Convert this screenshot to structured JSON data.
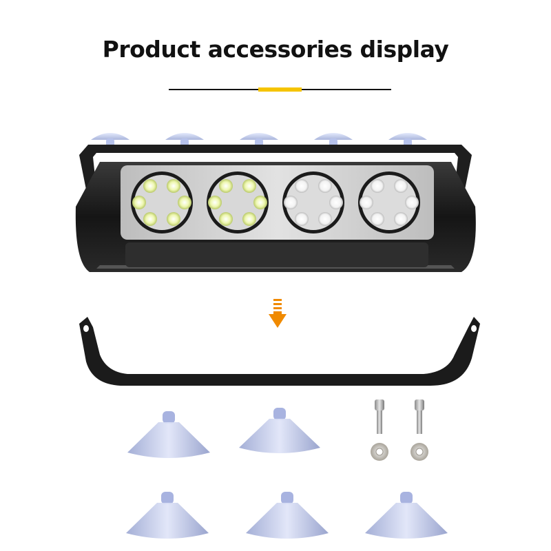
{
  "page": {
    "title": "Product accessories display"
  },
  "colors": {
    "accent": "#f5c400",
    "arrow": "#f08a00",
    "housing": "#1c1c1c",
    "led_white_green": "#e8f5a0",
    "led_white": "#f4f4f4",
    "suction_cup": "#b9c4e6"
  },
  "icons": {
    "product": "led-light-bar",
    "bracket": "mounting-bracket",
    "arrow": "down-arrow-icon",
    "suction_cup": "suction-cup",
    "screw": "screw",
    "washer": "washer"
  }
}
